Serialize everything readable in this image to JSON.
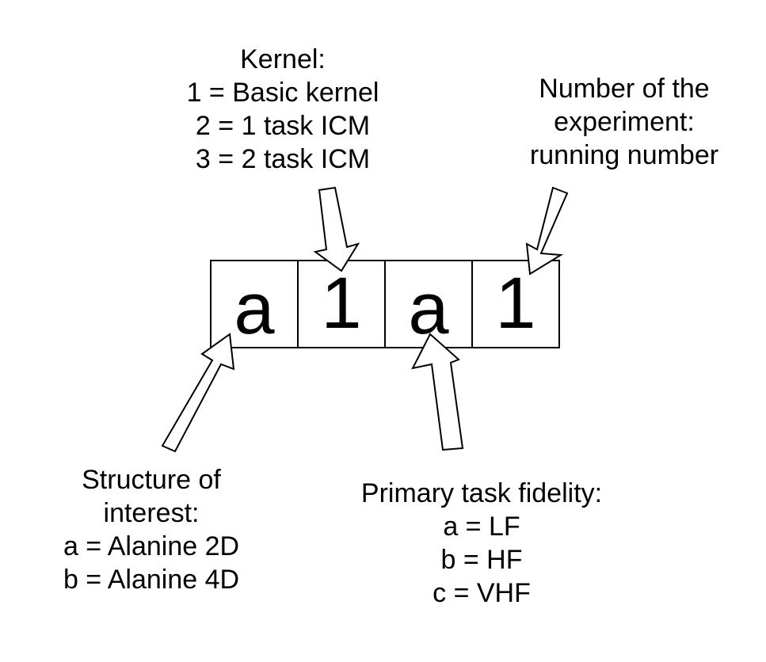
{
  "code_boxes": [
    "a",
    "1",
    "a",
    "1"
  ],
  "kernel": {
    "lines": [
      "Kernel:",
      "1 = Basic kernel",
      "2 = 1 task ICM",
      "3 = 2 task ICM"
    ]
  },
  "experiment": {
    "lines": [
      "Number of the",
      "experiment:",
      "running number"
    ]
  },
  "structure": {
    "lines": [
      "Structure of",
      "interest:",
      "a = Alanine 2D",
      "b = Alanine 4D"
    ]
  },
  "fidelity": {
    "lines": [
      "Primary task fidelity:",
      "a = LF",
      "b = HF",
      "c = VHF"
    ]
  },
  "colors": {
    "stroke": "#000000",
    "fill": "#ffffff"
  }
}
